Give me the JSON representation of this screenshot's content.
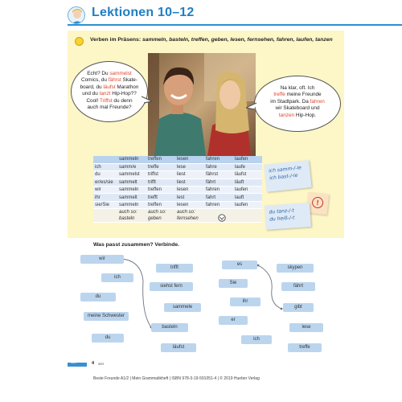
{
  "header": {
    "title": "Lektionen 10–12"
  },
  "rule": {
    "prefix": "Verben im Präsens: ",
    "verbs": "sammeln, basteln, treffen, geben, lesen, fernsehen, fahren, laufen, tanzen"
  },
  "bubbles": {
    "left": [
      {
        "t": "Echt? Du "
      },
      {
        "t": "sammelst",
        "hl": true
      },
      {
        "br": true
      },
      {
        "t": "Comics, du "
      },
      {
        "t": "fährst",
        "hl": true
      },
      {
        "t": " Skate-"
      },
      {
        "br": true
      },
      {
        "t": "board, du "
      },
      {
        "t": "läufst",
        "hl": true
      },
      {
        "t": " Marathon"
      },
      {
        "br": true
      },
      {
        "t": "und du "
      },
      {
        "t": "tanzt",
        "hl": true
      },
      {
        "t": " Hip-Hop??"
      },
      {
        "br": true
      },
      {
        "t": "Cool! "
      },
      {
        "t": "Triffst",
        "hl": true
      },
      {
        "t": " du denn"
      },
      {
        "br": true
      },
      {
        "t": "auch mal Freunde?"
      }
    ],
    "right": [
      {
        "t": "Na klar, oft. Ich"
      },
      {
        "br": true
      },
      {
        "t": "treffe",
        "hl": true
      },
      {
        "t": " meine Freunde"
      },
      {
        "br": true
      },
      {
        "t": "im Stadtpark. Da "
      },
      {
        "t": "fahren",
        "hl": true
      },
      {
        "br": true
      },
      {
        "t": "wir Skateboard und"
      },
      {
        "br": true
      },
      {
        "t": "tanzen",
        "hl": true
      },
      {
        "t": " Hip-Hop."
      }
    ]
  },
  "table": {
    "headers": [
      "",
      "sammeln",
      "treffen",
      "lesen",
      "fahren",
      "laufen"
    ],
    "rows": [
      [
        "ich",
        "samm/e",
        "treffe",
        "lese",
        "fahre",
        "laufe"
      ],
      [
        "du",
        "sammelst",
        "triffst",
        "liest",
        "fährst",
        "läufst"
      ],
      [
        "er/es/sie",
        "sammelt",
        "trifft",
        "liest",
        "fährt",
        "läuft"
      ],
      [
        "wir",
        "sammeln",
        "treffen",
        "lesen",
        "fahren",
        "laufen"
      ],
      [
        "ihr",
        "sammelt",
        "trefft",
        "lest",
        "fahrt",
        "lauft"
      ],
      [
        "sie/Sie",
        "sammeln",
        "treffen",
        "lesen",
        "fahren",
        "laufen"
      ]
    ],
    "footer": [
      "",
      "auch so: basteln",
      "auch so: geben",
      "auch so: fernsehen",
      "",
      ""
    ]
  },
  "notes": {
    "note1": [
      "ich samm-/-le",
      "ich bast-/-le"
    ],
    "note2": [
      "du tanz-/-t",
      "du heiß-/-t"
    ],
    "alert": "!"
  },
  "exercise": {
    "title": "Was passt zusammen? Verbinde.",
    "left_words": [
      "wir",
      "ich",
      "du",
      "meine Schwester",
      "du"
    ],
    "left_verbs": [
      "trifft",
      "siehst fern",
      "sammele",
      "basteln",
      "läufst"
    ],
    "right_words": [
      "es",
      "Sie",
      "ihr",
      "er",
      "ich"
    ],
    "right_verbs": [
      "skypen",
      "fährt",
      "gibt",
      "lese",
      "treffe"
    ]
  },
  "footer": {
    "tab": "Neu",
    "page_number": "4",
    "page_tag": "vier",
    "credit": "Beste Freunde A1/2 | Mein Grammatikheft | ISBN 978-3-19-591051-4 | © 2019 Hueber Verlag"
  },
  "colors": {
    "accent": "#1f7fc4",
    "panel": "#fdf6c7",
    "highlight": "#e0452e",
    "chip": "#bcd5ee"
  }
}
